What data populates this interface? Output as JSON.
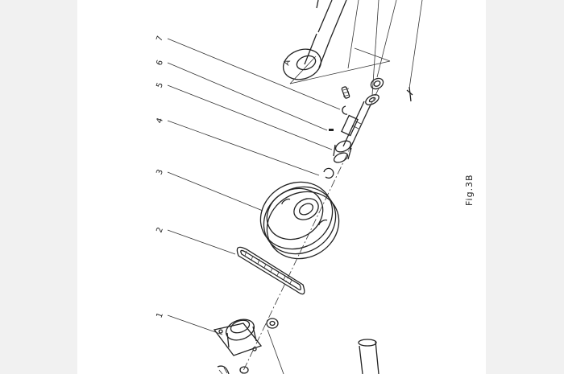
{
  "figure": {
    "label": "Fig.3B",
    "parts": [
      {
        "number": "7"
      },
      {
        "number": "6"
      },
      {
        "number": "5"
      },
      {
        "number": "4"
      },
      {
        "number": "3"
      },
      {
        "number": "2"
      },
      {
        "number": "1"
      }
    ],
    "callouts": {
      "section_mark": "A"
    }
  }
}
